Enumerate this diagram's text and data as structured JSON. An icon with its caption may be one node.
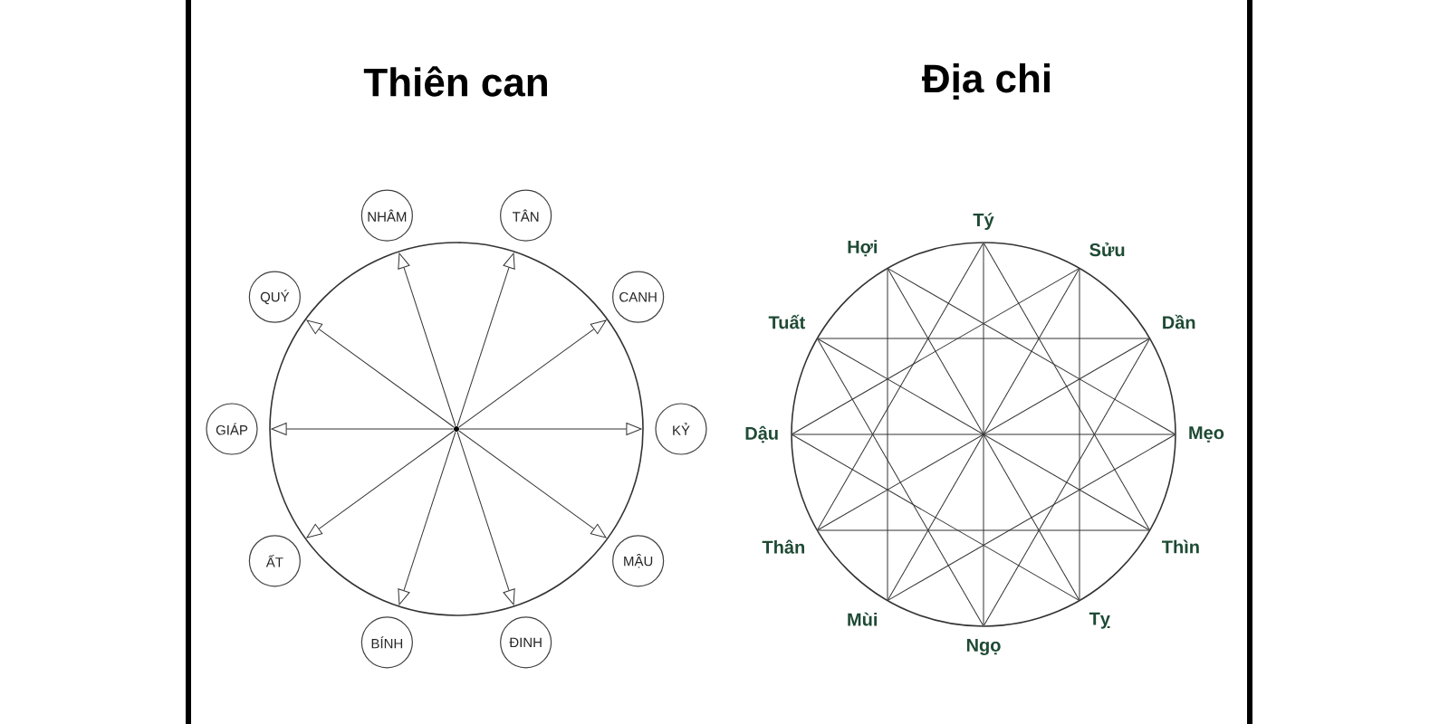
{
  "diagram": {
    "nodes": [
      {
        "text": [],
        "shape": "circle"
      },
      {
        "text": [
          "NHÂM"
        ]
      },
      {
        "text": [
          "TÂN"
        ]
      },
      {
        "text": [
          "CANH"
        ]
      },
      {
        "text": [
          "KỶ"
        ]
      },
      {
        "text": [
          "MẬU"
        ]
      },
      {
        "text": [
          "ĐINH"
        ]
      },
      {
        "text": [
          "BÍNH"
        ]
      },
      {
        "text": [
          "ẤT"
        ]
      },
      {
        "text": [
          "GIÁP"
        ]
      },
      {
        "text": [
          "QUÝ"
        ]
      },
      {
        "text": [
          "Tý"
        ]
      },
      {
        "text": [
          "Sửu"
        ]
      },
      {
        "text": [
          "Dần"
        ]
      },
      {
        "text": [
          "Mẹo"
        ]
      },
      {
        "text": [
          "Thìn"
        ]
      },
      {
        "text": [
          "Tỵ"
        ]
      },
      {
        "text": [
          "Ngọ"
        ]
      },
      {
        "text": [
          "Mùi"
        ]
      },
      {
        "text": [
          "Thân"
        ]
      },
      {
        "text": [
          "Dậu"
        ]
      },
      {
        "text": [
          "Tuất"
        ]
      },
      {
        "text": [
          "Hợi"
        ]
      }
    ],
    "edges": [
      {
        "from": 0,
        "to": 1,
        "arrow": "to"
      },
      {
        "from": 0,
        "to": 2,
        "arrow": "to"
      },
      {
        "from": 0,
        "to": 3,
        "arrow": "to"
      },
      {
        "from": 0,
        "to": 4,
        "arrow": "to"
      },
      {
        "from": 0,
        "to": 5,
        "arrow": "to"
      },
      {
        "from": 0,
        "to": 6,
        "arrow": "to"
      },
      {
        "from": 0,
        "to": 7,
        "arrow": "to"
      },
      {
        "from": 0,
        "to": 8,
        "arrow": "to"
      },
      {
        "from": 0,
        "to": 9,
        "arrow": "to"
      },
      {
        "from": 0,
        "to": 10,
        "arrow": "to"
      },
      {
        "from": 11,
        "to": 15,
        "arrow": "none"
      },
      {
        "from": 15,
        "to": 19,
        "arrow": "none"
      },
      {
        "from": 19,
        "to": 11,
        "arrow": "none"
      },
      {
        "from": 12,
        "to": 16,
        "arrow": "none"
      },
      {
        "from": 16,
        "to": 20,
        "arrow": "none"
      },
      {
        "from": 20,
        "to": 12,
        "arrow": "none"
      },
      {
        "from": 13,
        "to": 17,
        "arrow": "none"
      },
      {
        "from": 17,
        "to": 21,
        "arrow": "none"
      },
      {
        "from": 21,
        "to": 13,
        "arrow": "none"
      },
      {
        "from": 14,
        "to": 18,
        "arrow": "none"
      },
      {
        "from": 18,
        "to": 22,
        "arrow": "none"
      },
      {
        "from": 22,
        "to": 14,
        "arrow": "none"
      },
      {
        "from": 11,
        "to": 17,
        "arrow": "none"
      },
      {
        "from": 12,
        "to": 18,
        "arrow": "none"
      },
      {
        "from": 13,
        "to": 19,
        "arrow": "none"
      },
      {
        "from": 14,
        "to": 20,
        "arrow": "none"
      },
      {
        "from": 15,
        "to": 21,
        "arrow": "none"
      },
      {
        "from": 16,
        "to": 22,
        "arrow": "none"
      }
    ],
    "labels": [
      "Thiên can",
      "Địa chi"
    ]
  }
}
